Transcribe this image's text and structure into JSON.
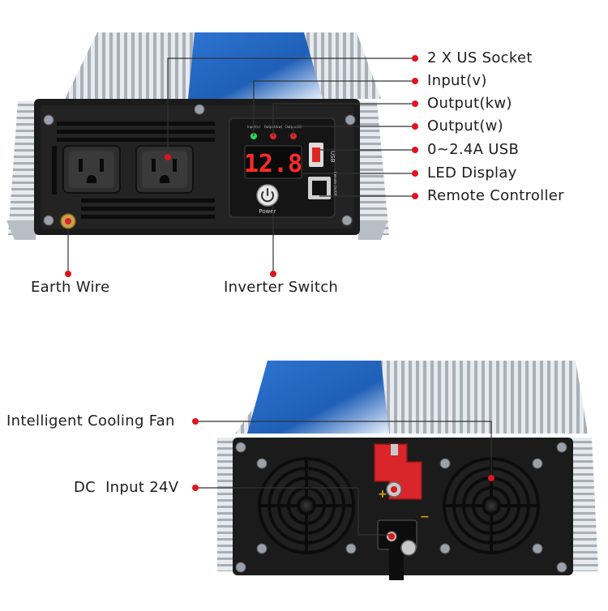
{
  "front_view": {
    "labels": {
      "us_socket": "2 X US Socket",
      "input": "Input(v)",
      "output_kw": "Output(kw)",
      "output_w": "Output(w)",
      "usb": "0~2.4A USB",
      "led_display": "LED Display",
      "remote": "Remote Controller",
      "earth_wire": "Earth Wire",
      "inverter_switch": "Inverter Switch"
    },
    "panel": {
      "display_value": "12.8",
      "power_text": "Power",
      "usb_text": "USB",
      "remote_text": "Remote On/Off",
      "led_texts": [
        "Input(v)",
        "Output(kw)",
        "Output(W)"
      ]
    }
  },
  "rear_view": {
    "labels": {
      "cooling_fan": "Intelligent Cooling Fan",
      "dc_input": "DC  Input 24V"
    },
    "terminals": {
      "positive": "+",
      "negative": "−"
    }
  },
  "colors": {
    "callout_dot": "#e0141e",
    "callout_line": "#333333",
    "panel": "#1b1b1b",
    "display_digits": "#ff2a2a",
    "blue_label": "#1f5fb8",
    "positive_terminal": "#d8262b",
    "led_green": "#2fd35a",
    "led_red": "#e02525"
  }
}
